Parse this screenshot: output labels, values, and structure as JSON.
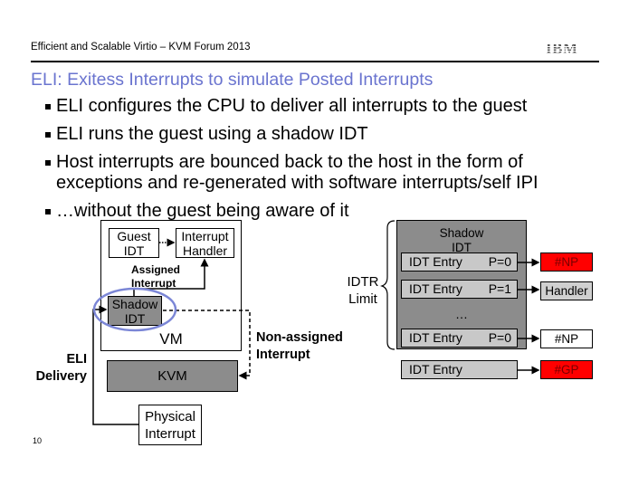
{
  "header": {
    "title": "Efficient and Scalable Virtio – KVM Forum 2013",
    "logo": "IBM"
  },
  "slide": {
    "title": "ELI: Exitess Interrupts to simulate Posted Interrupts",
    "bullets": [
      "ELI configures the CPU to deliver all interrupts to the guest",
      "ELI runs the guest using a shadow IDT",
      "Host interrupts are bounced back to the host in the form of exceptions and re-generated with software interrupts/self IPI",
      "…without the guest being aware of it"
    ],
    "page_number": "10"
  },
  "left_diagram": {
    "guest_idt": "Guest IDT",
    "interrupt_handler": "Interrupt Handler",
    "assigned_interrupt": "Assigned Interrupt",
    "shadow_idt": "Shadow IDT",
    "vm": "VM",
    "kvm": "KVM",
    "eli_delivery": "ELI Delivery",
    "non_assigned_interrupt": "Non-assigned Interrupt",
    "physical_interrupt": "Physical Interrupt",
    "highlight_color": "#7b86d6"
  },
  "right_diagram": {
    "shadow_idt": "Shadow IDT",
    "idtr_limit": "IDTR Limit",
    "ellipsis": "…",
    "entries": [
      {
        "name": "IDT Entry",
        "p": "P=0",
        "target": "#NP",
        "target_style": "red"
      },
      {
        "name": "IDT Entry",
        "p": "P=1",
        "target": "Handler",
        "target_style": "grey"
      },
      {
        "name": "IDT Entry",
        "p": "P=0",
        "target": "#NP",
        "target_style": "white"
      }
    ],
    "outside_entry": {
      "name": "IDT Entry",
      "p": "",
      "target": "#GP",
      "target_style": "red"
    },
    "colors": {
      "red": "#ff0000",
      "shadow_box": "#8c8c8c",
      "entry": "#c8c8c8"
    }
  }
}
